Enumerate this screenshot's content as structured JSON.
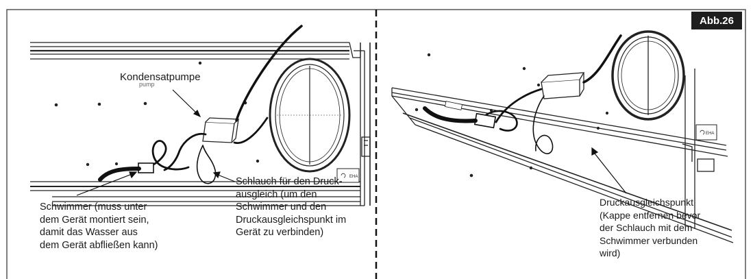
{
  "figure_label": "Abb.26",
  "colors": {
    "badge_bg": "#1e1e1e",
    "badge_fg": "#ffffff",
    "line": "#222222",
    "frame": "#555555"
  },
  "left_panel": {
    "pump_label": "Kondensatpumpe",
    "pump_device_text": "pump",
    "float_label": "Schwimmer (muss unter\ndem Gerät montiert sein,\ndamit das Wasser aus\ndem Gerät abfließen kann)",
    "hose_label": "Schlauch für den Druck-\nausgleich (um den\nSchwimmer und den\nDruckausgleichspunkt im\nGerät zu verbinden)",
    "duct_tag": "EHA"
  },
  "right_panel": {
    "point_label": "Druckausgleichspunkt\n(Kappe entfernen bevor\nder Schlauch mit dem\nSchwimmer verbunden\nwird)",
    "duct_tag": "EHA"
  }
}
